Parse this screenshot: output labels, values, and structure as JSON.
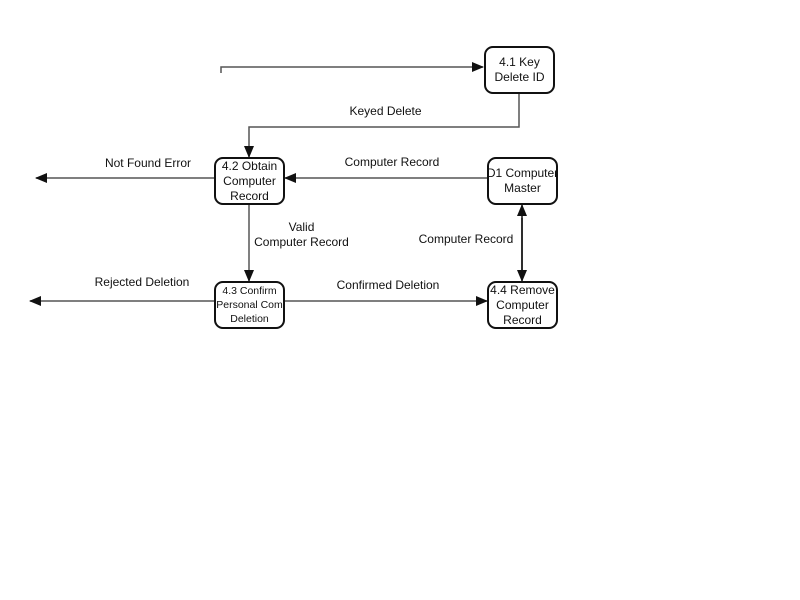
{
  "diagram": {
    "nodes": {
      "n41": {
        "lines": [
          "4.1 Key",
          "Delete ID"
        ]
      },
      "n42": {
        "lines": [
          "4.2 Obtain",
          "Computer",
          "Record"
        ]
      },
      "n43": {
        "lines": [
          "4.3 Confirm",
          "Personal Com",
          "Deletion"
        ]
      },
      "n44": {
        "lines": [
          "4.4 Remove",
          "Computer",
          "Record"
        ]
      },
      "d1": {
        "lines": [
          "D1 Computer",
          "Master"
        ]
      }
    },
    "flows": {
      "keyed_delete": "Keyed Delete",
      "not_found_error": "Not Found Error",
      "computer_record_from_master": "Computer Record",
      "valid_computer_record": [
        "Valid",
        "Computer Record"
      ],
      "computer_record_bidirectional": "Computer Record",
      "rejected_deletion": "Rejected Deletion",
      "confirmed_deletion": "Confirmed Deletion"
    }
  }
}
